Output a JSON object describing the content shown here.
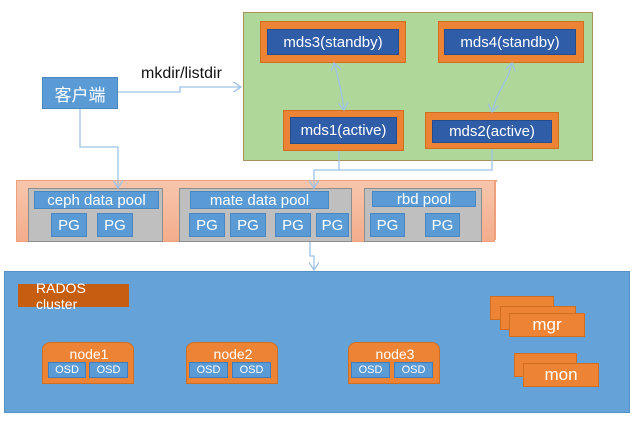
{
  "client": {
    "label": "客户端"
  },
  "client_to_mds_edge": {
    "label": "mkdir/listdir"
  },
  "mds_cluster": {
    "standby": [
      {
        "label": "mds3(standby)"
      },
      {
        "label": "mds4(standby)"
      }
    ],
    "active": [
      {
        "label": "mds1(active)"
      },
      {
        "label": "mds2(active)"
      }
    ]
  },
  "pools": [
    {
      "title": "ceph data pool",
      "pgs": [
        "PG",
        "PG"
      ]
    },
    {
      "title": "mate data pool",
      "pgs": [
        "PG",
        "PG",
        "PG",
        "PG"
      ]
    },
    {
      "title": "rbd pool",
      "pgs": [
        "PG",
        "PG"
      ]
    }
  ],
  "rados": {
    "label": "RADOS cluster",
    "nodes": [
      {
        "title": "node1",
        "osds": [
          "OSD",
          "OSD"
        ]
      },
      {
        "title": "node2",
        "osds": [
          "OSD",
          "OSD"
        ]
      },
      {
        "title": "node3",
        "osds": [
          "OSD",
          "OSD"
        ]
      }
    ],
    "services": [
      {
        "label": "mgr"
      },
      {
        "label": "mon"
      }
    ]
  },
  "colors": {
    "connector": "#9dc3e6",
    "mds_cluster_bg": "#b0d79a",
    "orange": "#ed8435",
    "dark_blue": "#2f5da8",
    "light_blue": "#5b9bd5",
    "pool_band": "#f4b396",
    "pool_bg": "#bfbfbf",
    "rados_bg": "#64a2d8",
    "rados_label": "#c55e10"
  }
}
